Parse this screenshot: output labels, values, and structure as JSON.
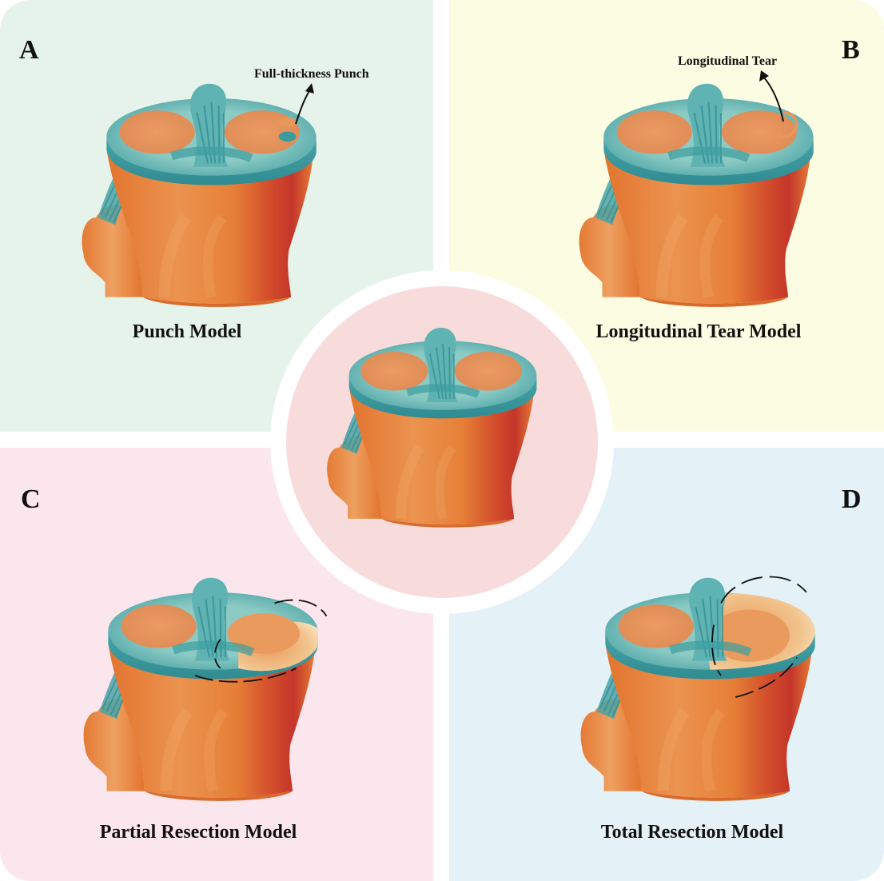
{
  "colors": {
    "panel_a": "#e6f3ea",
    "panel_b": "#fcfce2",
    "panel_c": "#fbe6ed",
    "panel_d": "#e4f2f8",
    "center": "#f8dcdc",
    "bone": "#e8823a",
    "bone_light": "#e99a5a",
    "bone_red": "#c83a2c",
    "meniscus": "#6db8b6",
    "meniscus_dark": "#3c9a9c",
    "cartilage": "#e8975a"
  },
  "panels": {
    "a": {
      "letter": "A",
      "caption": "Punch Model",
      "annotation": "Full-thickness Punch"
    },
    "b": {
      "letter": "B",
      "caption": "Longitudinal Tear Model",
      "annotation": "Longitudinal Tear"
    },
    "c": {
      "letter": "C",
      "caption": "Partial Resection Model"
    },
    "d": {
      "letter": "D",
      "caption": "Total Resection Model"
    }
  }
}
